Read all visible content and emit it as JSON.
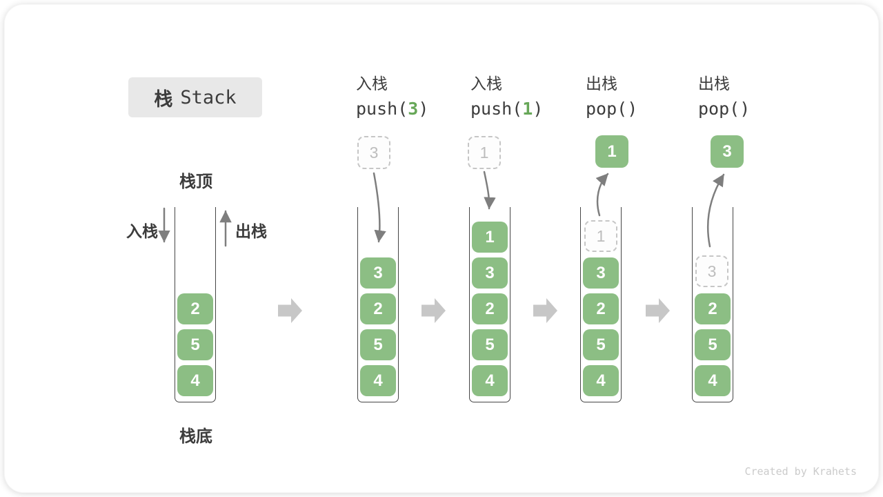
{
  "title": {
    "zh": "栈",
    "en": "Stack"
  },
  "labels": {
    "stack_top": "栈顶",
    "stack_bottom": "栈底",
    "push_side": "入栈",
    "pop_side": "出栈"
  },
  "operations": [
    {
      "label": "入栈",
      "code": [
        "push(",
        "3",
        ")"
      ]
    },
    {
      "label": "入栈",
      "code": [
        "push(",
        "1",
        ")"
      ]
    },
    {
      "label": "出栈",
      "code": [
        "pop(",
        "",
        ")"
      ]
    },
    {
      "label": "出栈",
      "code": [
        "pop(",
        "",
        ")"
      ]
    }
  ],
  "stacks": [
    {
      "blocks": [
        "2",
        "5",
        "4"
      ]
    },
    {
      "incoming": "3",
      "blocks": [
        "3",
        "2",
        "5",
        "4"
      ]
    },
    {
      "incoming": "1",
      "blocks": [
        "1",
        "3",
        "2",
        "5",
        "4"
      ]
    },
    {
      "popped": "1",
      "ghost": "1",
      "blocks": [
        "3",
        "2",
        "5",
        "4"
      ]
    },
    {
      "popped": "3",
      "ghost": "3",
      "blocks": [
        "2",
        "5",
        "4"
      ]
    }
  ],
  "watermark": "Created by Krahets",
  "colors": {
    "ink": "#3C3C3C",
    "block_green": "#8CBE84",
    "arg_green": "#67A758",
    "arrow_gray": "#C7C7C7",
    "line_gray": "#7E7E7E",
    "ghost_gray": "#C6C6C6",
    "ghost_text": "#BDBDBD",
    "title_box_bg": "#E8E8E8",
    "wall": "#454545",
    "watermark_color": "#CBCBCB"
  }
}
